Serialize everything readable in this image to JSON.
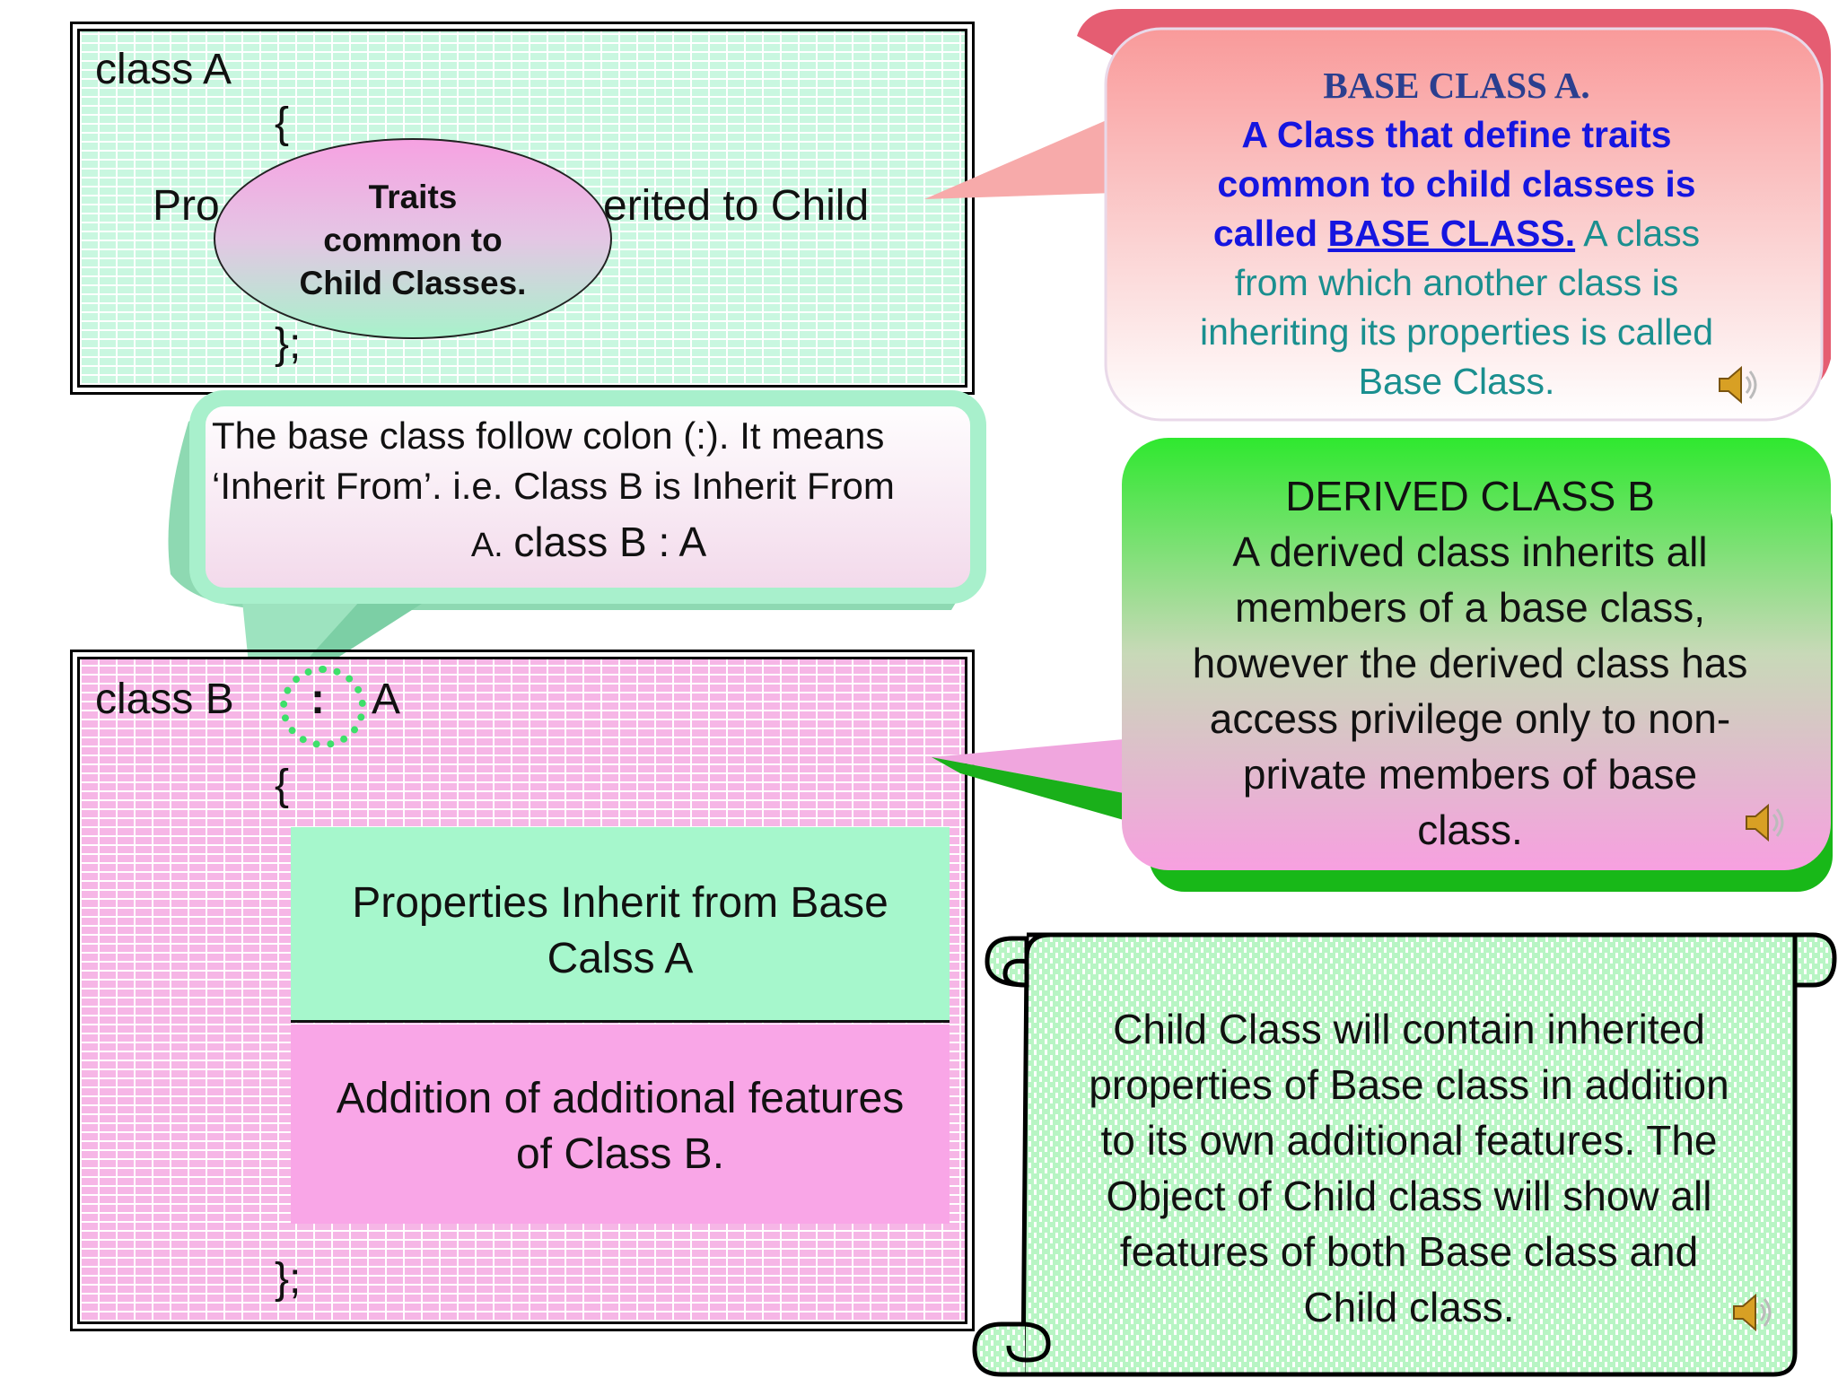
{
  "class_a": {
    "header": "class A",
    "open_brace": "{",
    "props_left": "Pro",
    "props_right": "erited to Child",
    "close_brace": "};",
    "ellipse_text": [
      "Traits",
      "common to",
      "Child Classes."
    ]
  },
  "colon_callout": {
    "line1": "The base class follow colon (:). It means",
    "line2": "‘Inherit From’. i.e. Class B is Inherit From",
    "line3_prefix": "A.",
    "line3_code": "class B : A"
  },
  "class_b": {
    "header": "class B",
    "colon": ":",
    "base": "A",
    "open_brace": "{",
    "inherited_section": [
      "Properties Inherit from Base",
      "Calss A"
    ],
    "additional_section": [
      "Addition of additional features",
      "of Class B."
    ],
    "close_brace": "};"
  },
  "base_callout": {
    "title": "BASE CLASS A.",
    "blue_line1": "A Class that define traits",
    "blue_line2": "common to child classes is",
    "blue_line3_prefix": "called ",
    "blue_line3_link": "BASE CLASS.",
    "teal_line3_suffix": " A class",
    "teal_line4": "from which another class is",
    "teal_line5": "inheriting its properties is called",
    "teal_line6": "Base Class."
  },
  "derived_callout": {
    "lines": [
      "DERIVED CLASS B",
      "A derived class inherits all",
      "members of a base class,",
      "however the derived class has",
      "access privilege only to non-",
      "private members of base",
      "class."
    ]
  },
  "scroll_note": {
    "lines": [
      "Child Class will contain inherited",
      "properties of Base class in addition",
      "to its own additional features. The",
      "Object of Child class will show all",
      "features of both Base class and",
      "Child class."
    ]
  },
  "colors": {
    "mint": "#a8f7cf",
    "pink": "#f9a6e7",
    "blue_text": "#1515e0",
    "teal_text": "#1a8f8f",
    "navy_title": "#2b3f8f",
    "green_callout": "#2fe82f"
  },
  "icons": [
    "speaker-icon",
    "speaker-icon",
    "speaker-icon"
  ]
}
